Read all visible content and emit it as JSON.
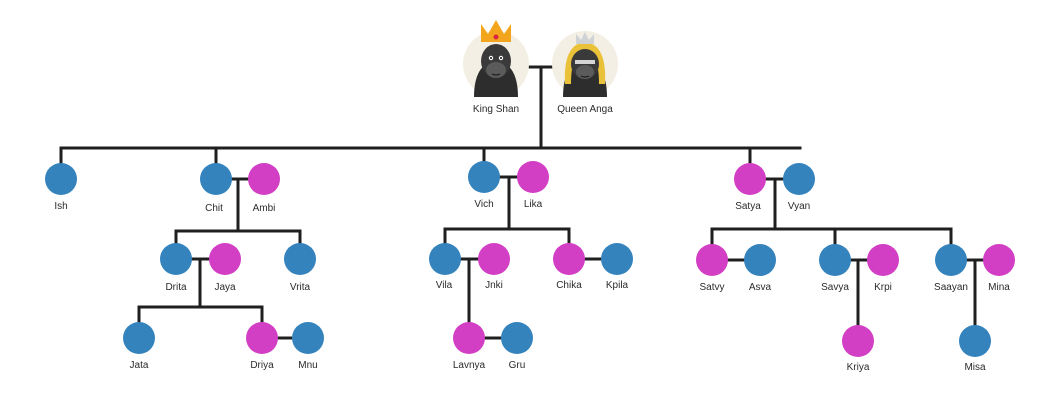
{
  "colors": {
    "male": "#3483bd",
    "female": "#d23fc4",
    "line": "#1f1f1f",
    "avatar_bg": "#f3efe4",
    "crown": "#f3a61d",
    "queen_hair": "#e9c23a",
    "gorilla": "#3a3a3a"
  },
  "royals": {
    "king": {
      "name": "King Shan",
      "icon": "gorilla-king-crown-icon"
    },
    "queen": {
      "name": "Queen Anga",
      "icon": "gorilla-queen-tiara-icon"
    }
  },
  "members": [
    {
      "id": "ish",
      "name": "Ish",
      "gender": "male"
    },
    {
      "id": "chit",
      "name": "Chit",
      "gender": "male"
    },
    {
      "id": "ambi",
      "name": "Ambi",
      "gender": "female"
    },
    {
      "id": "vich",
      "name": "Vich",
      "gender": "male"
    },
    {
      "id": "lika",
      "name": "Lika",
      "gender": "female"
    },
    {
      "id": "satya",
      "name": "Satya",
      "gender": "female"
    },
    {
      "id": "vyan",
      "name": "Vyan",
      "gender": "male"
    },
    {
      "id": "drita",
      "name": "Drita",
      "gender": "male"
    },
    {
      "id": "jaya",
      "name": "Jaya",
      "gender": "female"
    },
    {
      "id": "vrita",
      "name": "Vrita",
      "gender": "male"
    },
    {
      "id": "vila",
      "name": "Vila",
      "gender": "male"
    },
    {
      "id": "jnki",
      "name": "Jnki",
      "gender": "female"
    },
    {
      "id": "chika",
      "name": "Chika",
      "gender": "female"
    },
    {
      "id": "kpila",
      "name": "Kpila",
      "gender": "male"
    },
    {
      "id": "satvy",
      "name": "Satvy",
      "gender": "female"
    },
    {
      "id": "asva",
      "name": "Asva",
      "gender": "male"
    },
    {
      "id": "savya",
      "name": "Savya",
      "gender": "male"
    },
    {
      "id": "krpi",
      "name": "Krpi",
      "gender": "female"
    },
    {
      "id": "saayan",
      "name": "Saayan",
      "gender": "male"
    },
    {
      "id": "mina",
      "name": "Mina",
      "gender": "female"
    },
    {
      "id": "jata",
      "name": "Jata",
      "gender": "male"
    },
    {
      "id": "driya",
      "name": "Driya",
      "gender": "female"
    },
    {
      "id": "mnu",
      "name": "Mnu",
      "gender": "male"
    },
    {
      "id": "lavnya",
      "name": "Lavnya",
      "gender": "female"
    },
    {
      "id": "gru",
      "name": "Gru",
      "gender": "male"
    },
    {
      "id": "kriya",
      "name": "Kriya",
      "gender": "female"
    },
    {
      "id": "misa",
      "name": "Misa",
      "gender": "male"
    }
  ],
  "couples": [
    [
      "king",
      "queen"
    ],
    [
      "chit",
      "ambi"
    ],
    [
      "vich",
      "lika"
    ],
    [
      "satya",
      "vyan"
    ],
    [
      "drita",
      "jaya"
    ],
    [
      "vila",
      "jnki"
    ],
    [
      "chika",
      "kpila"
    ],
    [
      "satvy",
      "asva"
    ],
    [
      "savya",
      "krpi"
    ],
    [
      "saayan",
      "mina"
    ],
    [
      "driya",
      "mnu"
    ],
    [
      "lavnya",
      "gru"
    ]
  ]
}
